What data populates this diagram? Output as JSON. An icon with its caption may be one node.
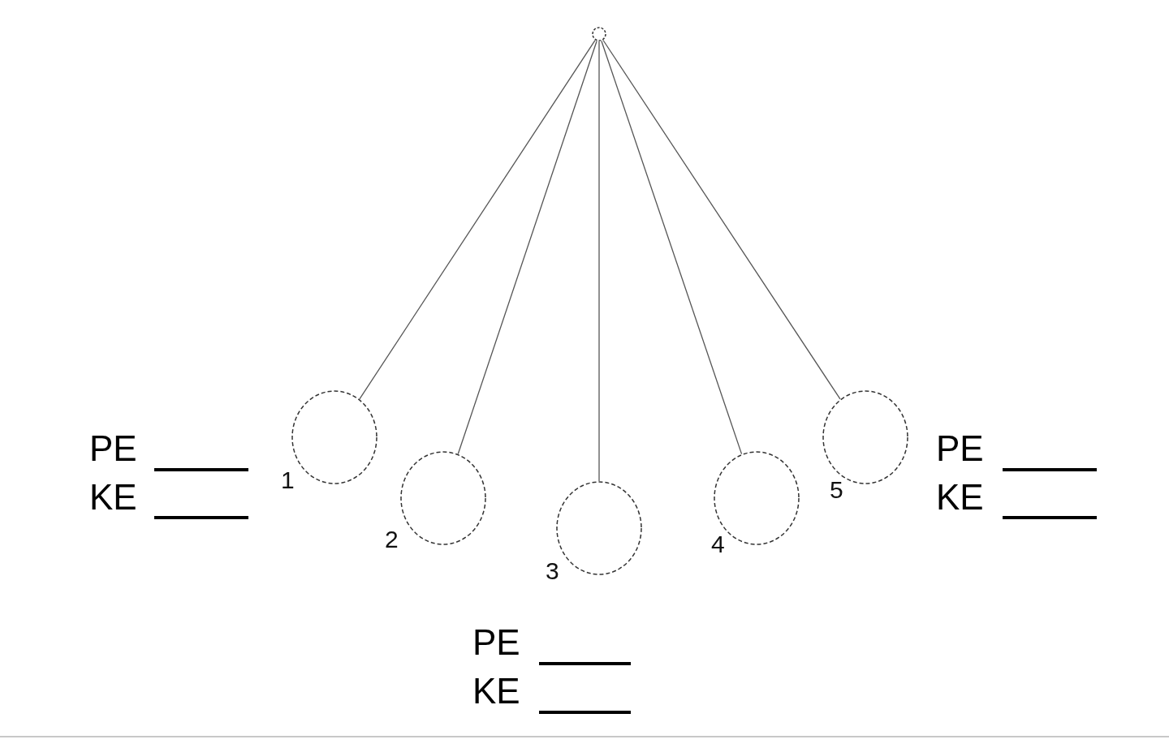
{
  "diagram": {
    "nodes": [
      {
        "text": [],
        "shape": "circle"
      },
      {
        "text": [],
        "shape": "circle",
        "beside": [
          "1"
        ]
      },
      {
        "text": [],
        "shape": "circle",
        "beside": [
          "2"
        ]
      },
      {
        "text": [],
        "shape": "circle",
        "beside": [
          "3"
        ]
      },
      {
        "text": [],
        "shape": "circle",
        "beside": [
          "4"
        ]
      },
      {
        "text": [],
        "shape": "circle",
        "beside": [
          "5"
        ]
      }
    ],
    "edges": [
      {
        "from": 0,
        "to": 1,
        "arrow": "none"
      },
      {
        "from": 0,
        "to": 2,
        "arrow": "none"
      },
      {
        "from": 0,
        "to": 3,
        "arrow": "none"
      },
      {
        "from": 0,
        "to": 4,
        "arrow": "none"
      },
      {
        "from": 0,
        "to": 5,
        "arrow": "none"
      }
    ],
    "labels": [
      "PE",
      "KE",
      "PE",
      "KE",
      "PE",
      "KE"
    ]
  }
}
